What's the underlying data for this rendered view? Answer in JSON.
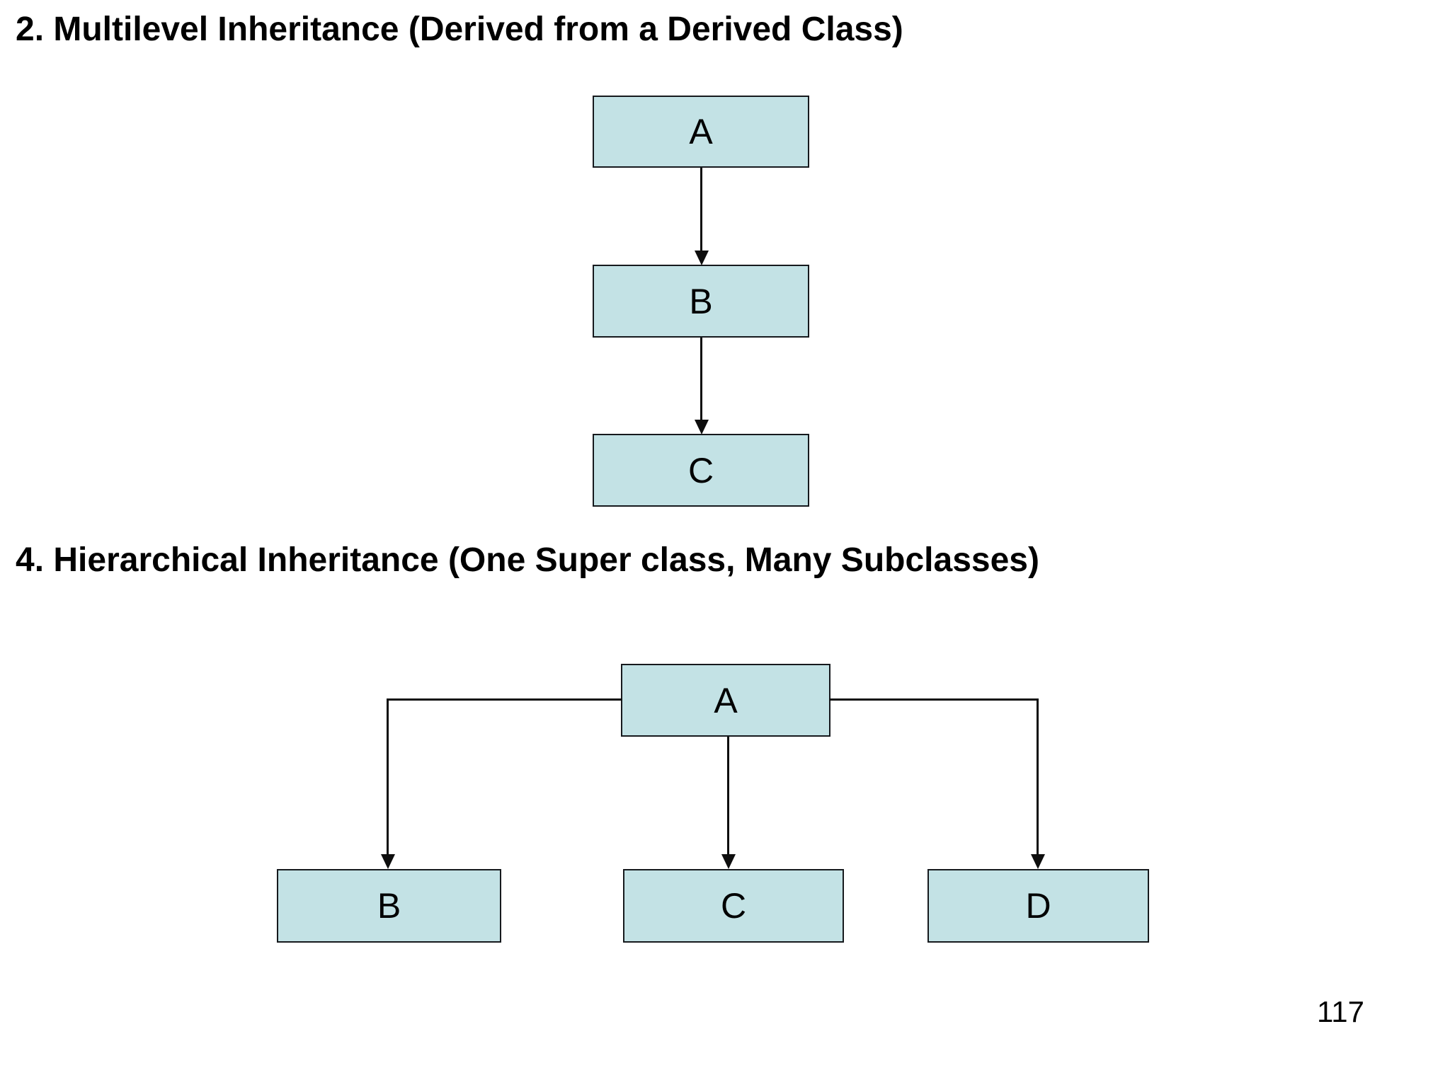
{
  "headings": {
    "multilevel": "2. Multilevel Inheritance (Derived from a Derived Class)",
    "hierarchical": "4. Hierarchical Inheritance (One Super class, Many Subclasses)"
  },
  "diagram_multilevel": {
    "type": "inheritance-flowchart",
    "direction": "top-down",
    "nodes": [
      {
        "label": "A"
      },
      {
        "label": "B"
      },
      {
        "label": "C"
      }
    ],
    "edges": [
      {
        "from": "A",
        "to": "B"
      },
      {
        "from": "B",
        "to": "C"
      }
    ]
  },
  "diagram_hierarchical": {
    "type": "inheritance-flowchart",
    "direction": "one-to-many",
    "nodes": [
      {
        "label": "A"
      },
      {
        "label": "B"
      },
      {
        "label": "C"
      },
      {
        "label": "D"
      }
    ],
    "edges": [
      {
        "from": "A",
        "to": "B"
      },
      {
        "from": "A",
        "to": "C"
      },
      {
        "from": "A",
        "to": "D"
      }
    ]
  },
  "page_number": "117",
  "colors": {
    "background": "#ffffff",
    "text": "#000000",
    "node_fill": "#c3e2e5",
    "node_border": "#16191d",
    "line": "#0e0e0e"
  }
}
